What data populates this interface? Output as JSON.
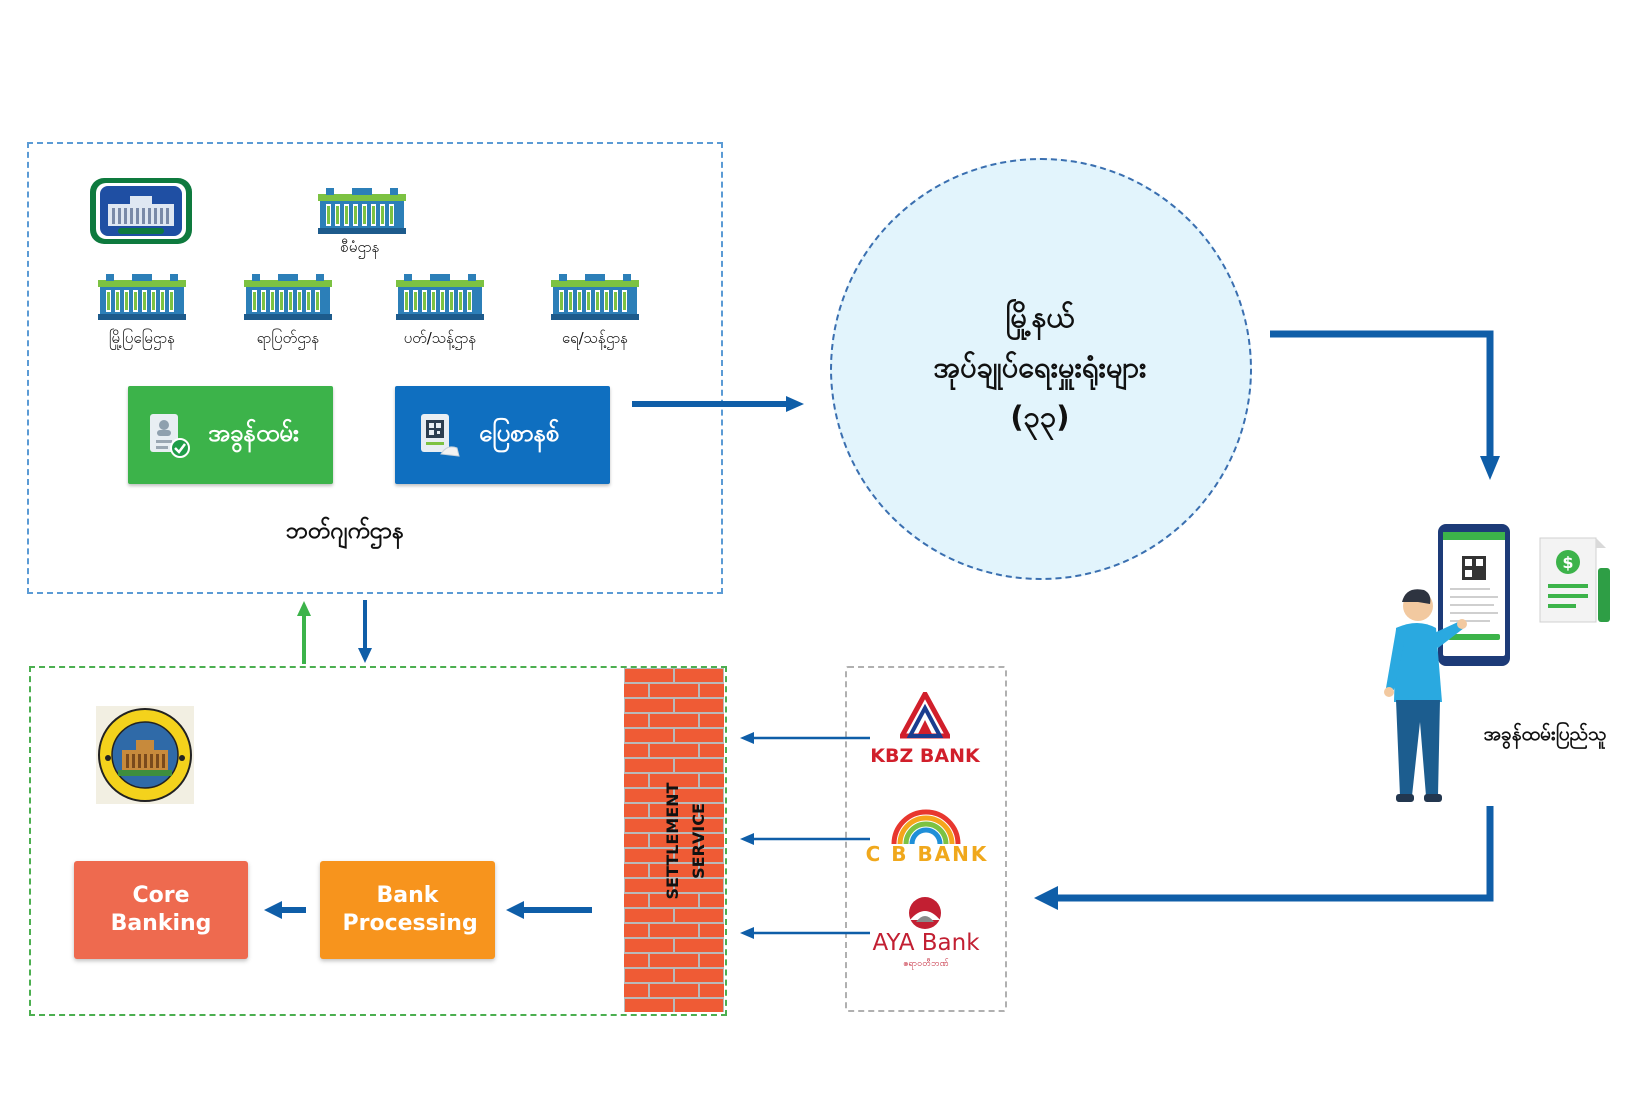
{
  "office": {
    "top_building_label": "စီမံဌာန",
    "buildings": [
      {
        "label": "မြို့ပြမြေဌာန"
      },
      {
        "label": "ရာပြတ်ဌာန"
      },
      {
        "label": "ပတ်/သန့်ဌာန"
      },
      {
        "label": "ရေ/သန့်ဌာန"
      }
    ],
    "tax_button": "အခွန်ထမ်း",
    "invoice_button": "ပြေစာနစ်",
    "department_label": "ဘတ်ဂျက်ဌာန"
  },
  "circle": {
    "line1": "မြို့နယ်",
    "line2": "အုပ်ချုပ်ရေးမှူးရုံးများ",
    "line3": "(၃၃)"
  },
  "payer": {
    "label": "အခွန်ထမ်းပြည်သူ"
  },
  "bank_section": {
    "core_banking": "Core Banking",
    "bank_processing": "Bank Processing",
    "settlement": "SETTLEMENT SERVICE"
  },
  "partner_banks": [
    {
      "name": "KBZ BANK",
      "color": "#d11f2b"
    },
    {
      "name": "C B  BANK",
      "color": "#f0a81c"
    },
    {
      "name": "AYA Bank",
      "subtitle": "ဧရာဝတီဘဏ်",
      "color": "#c21f32"
    }
  ],
  "colors": {
    "primary_blue": "#0f5ea8",
    "green": "#3cb34a",
    "core_red": "#ee6a4f",
    "orange": "#f7941d",
    "brick": "#ef5b35"
  },
  "icons": [
    "seal-icon",
    "building-icon",
    "document-check-icon",
    "qr-receipt-icon",
    "phone-qr-icon",
    "receipt-dollar-icon",
    "person-icon",
    "ycb-seal-icon"
  ]
}
